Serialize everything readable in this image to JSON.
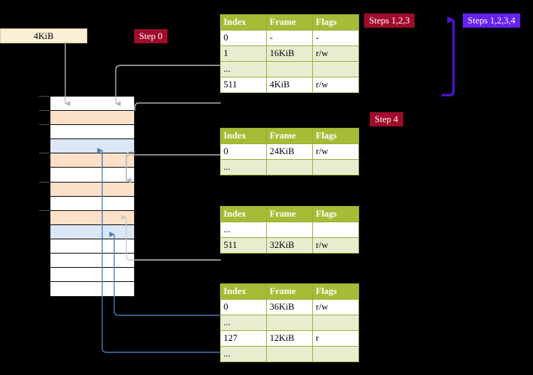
{
  "labels": {
    "memsize": "4KiB",
    "step0": "Step 0",
    "steps123": "Steps 1,2,3",
    "steps1234": "Steps 1,2,3,4",
    "step4": "Step 4"
  },
  "colors": {
    "badge_red": "#a10b2b",
    "badge_blue": "#6622ee",
    "table_header": "#a5bd36",
    "table_alt_row": "#e7eed0",
    "table_highlight": "#fbf8b0",
    "mem_orange": "#fce0c8",
    "mem_blue": "#dbe7f6",
    "memsize_box": "#fbefd6",
    "arrow_gray": "#b0b0b0",
    "arrow_blue": "#4a7ebb"
  },
  "tables": [
    {
      "name": "page-table-level-1",
      "headers": [
        "Index",
        "Frame",
        "Flags"
      ],
      "rows": [
        {
          "style": "plain",
          "cells": [
            "0",
            "-",
            "-"
          ]
        },
        {
          "style": "alt",
          "cells": [
            "1",
            "16KiB",
            "r/w"
          ]
        },
        {
          "style": "alt",
          "cells": [
            "...",
            "",
            ""
          ]
        },
        {
          "style": "highlight",
          "cells": [
            "511",
            "4KiB",
            "r/w"
          ]
        }
      ]
    },
    {
      "name": "page-table-level-2",
      "headers": [
        "Index",
        "Frame",
        "Flags"
      ],
      "rows": [
        {
          "style": "plain",
          "cells": [
            "0",
            "24KiB",
            "r/w"
          ]
        },
        {
          "style": "alt",
          "cells": [
            "...",
            "",
            ""
          ]
        }
      ]
    },
    {
      "name": "page-table-level-3",
      "headers": [
        "Index",
        "Frame",
        "Flags"
      ],
      "rows": [
        {
          "style": "plain",
          "cells": [
            "...",
            "",
            ""
          ]
        },
        {
          "style": "alt",
          "cells": [
            "511",
            "32KiB",
            "r/w"
          ]
        }
      ]
    },
    {
      "name": "page-table-level-4",
      "headers": [
        "Index",
        "Frame",
        "Flags"
      ],
      "rows": [
        {
          "style": "plain",
          "cells": [
            "0",
            "36KiB",
            "r/w"
          ]
        },
        {
          "style": "alt",
          "cells": [
            "...",
            "",
            ""
          ]
        },
        {
          "style": "plain",
          "cells": [
            "127",
            "12KiB",
            "r"
          ]
        },
        {
          "style": "alt",
          "cells": [
            "...",
            "",
            ""
          ]
        }
      ]
    }
  ],
  "memory": {
    "name": "physical-memory-column",
    "rows": [
      {
        "fill": "white",
        "tick": true
      },
      {
        "fill": "orange",
        "tick": true
      },
      {
        "fill": "white",
        "tick": true
      },
      {
        "fill": "blue",
        "tick": false
      },
      {
        "fill": "orange",
        "tick": true
      },
      {
        "fill": "white",
        "tick": false
      },
      {
        "fill": "orange",
        "tick": true
      },
      {
        "fill": "white",
        "tick": false
      },
      {
        "fill": "orange",
        "tick": true
      },
      {
        "fill": "blue",
        "tick": false
      },
      {
        "fill": "white",
        "tick": false
      },
      {
        "fill": "white",
        "tick": false
      },
      {
        "fill": "white",
        "tick": false
      },
      {
        "fill": "white",
        "tick": false
      }
    ]
  }
}
